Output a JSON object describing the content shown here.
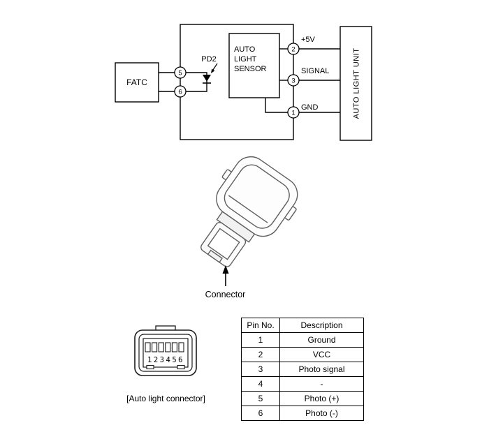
{
  "circuit": {
    "fatc_label": "FATC",
    "pd2_label": "PD2",
    "sensor_line1": "AUTO",
    "sensor_line2": "LIGHT",
    "sensor_line3": "SENSOR",
    "unit_label": "AUTO LIGHT UNIT",
    "pin_5": "5",
    "pin_6": "6",
    "pin_2": "2",
    "pin_3": "3",
    "pin_1": "1",
    "label_5v": "+5V",
    "label_signal": "SIGNAL",
    "label_gnd": "GND"
  },
  "illustration": {
    "connector_label": "Connector"
  },
  "connector_face": {
    "pin_digits": "123456",
    "caption": "[Auto light connector]"
  },
  "pin_table": {
    "headers": {
      "pin": "Pin No.",
      "desc": "Description"
    },
    "rows": [
      {
        "pin": "1",
        "desc": "Ground"
      },
      {
        "pin": "2",
        "desc": "VCC"
      },
      {
        "pin": "3",
        "desc": "Photo signal"
      },
      {
        "pin": "4",
        "desc": "-"
      },
      {
        "pin": "5",
        "desc": "Photo (+)"
      },
      {
        "pin": "6",
        "desc": "Photo (-)"
      }
    ]
  },
  "colors": {
    "circuit_line": "#000000",
    "illustration_stroke": "#5f5f5f",
    "background": "#ffffff"
  }
}
